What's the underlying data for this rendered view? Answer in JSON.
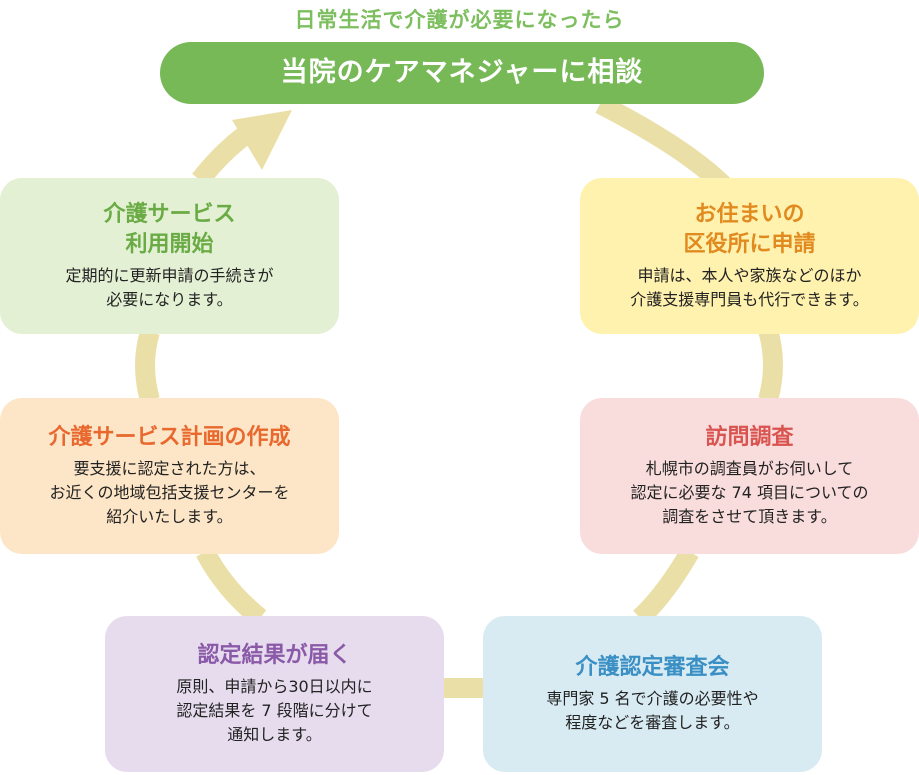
{
  "header": {
    "subtitle": "日常生活で介護が必要になったら",
    "title": "当院のケアマネジャーに相談"
  },
  "colors": {
    "ring": "#ebdfa8",
    "header_green": "#77b957"
  },
  "steps": [
    {
      "title_lines": [
        "お住まいの",
        "区役所に申請"
      ],
      "desc_lines": [
        "申請は、本人や家族などのほか",
        "介護支援専門員も代行できます。"
      ],
      "bg": "#fff1ae",
      "title_color": "#e08a1f"
    },
    {
      "title_lines": [
        "訪問調査"
      ],
      "desc_lines": [
        "札幌市の調査員がお伺いして",
        "認定に必要な 74 項目についての",
        "調査をさせて頂きます。"
      ],
      "bg": "#f9dcdc",
      "title_color": "#d9534f"
    },
    {
      "title_lines": [
        "介護認定審査会"
      ],
      "desc_lines": [
        "専門家 5 名で介護の必要性や",
        "程度などを審査します。"
      ],
      "bg": "#d8ebf3",
      "title_color": "#3a8fc4"
    },
    {
      "title_lines": [
        "認定結果が届く"
      ],
      "desc_lines": [
        "原則、申請から30日以内に",
        "認定結果を 7 段階に分けて",
        "通知します。"
      ],
      "bg": "#e6dcee",
      "title_color": "#8a5aa8"
    },
    {
      "title_lines": [
        "介護サービス計画の作成"
      ],
      "desc_lines": [
        "要支援に認定された方は、",
        "お近くの地域包括支援センターを",
        "紹介いたします。"
      ],
      "bg": "#fde6c7",
      "title_color": "#e8682e"
    },
    {
      "title_lines": [
        "介護サービス",
        "利用開始"
      ],
      "desc_lines": [
        "定期的に更新申請の手続きが",
        "必要になります。"
      ],
      "bg": "#e3f0d3",
      "title_color": "#6aab46"
    }
  ]
}
